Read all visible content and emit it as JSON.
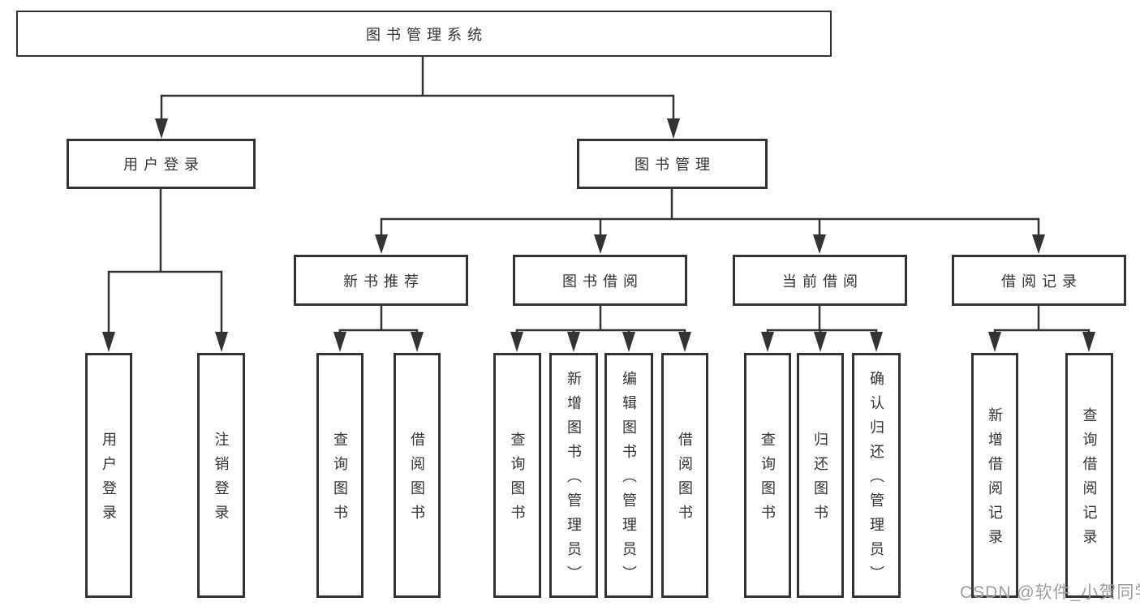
{
  "watermark": "CSDN @软件_小贺同学",
  "colors": {
    "line": "#333333",
    "text": "#333333",
    "background": "#ffffff",
    "watermark": "#9e9e9e"
  },
  "tree": {
    "label": "图书管理系统",
    "children": [
      {
        "label": "用户登录",
        "children": [
          {
            "label": "用户登录"
          },
          {
            "label": "注销登录"
          }
        ]
      },
      {
        "label": "图书管理",
        "children": [
          {
            "label": "新书推荐",
            "children": [
              {
                "label": "查询图书"
              },
              {
                "label": "借阅图书"
              }
            ]
          },
          {
            "label": "图书借阅",
            "children": [
              {
                "label": "查询图书"
              },
              {
                "label": "新增图书（管理员）"
              },
              {
                "label": "编辑图书（管理员）"
              },
              {
                "label": "借阅图书"
              }
            ]
          },
          {
            "label": "当前借阅",
            "children": [
              {
                "label": "查询图书"
              },
              {
                "label": "归还图书"
              },
              {
                "label": "确认归还（管理员）"
              }
            ]
          },
          {
            "label": "借阅记录",
            "children": [
              {
                "label": "新增借阅记录"
              },
              {
                "label": "查询借阅记录"
              }
            ]
          }
        ]
      }
    ]
  }
}
